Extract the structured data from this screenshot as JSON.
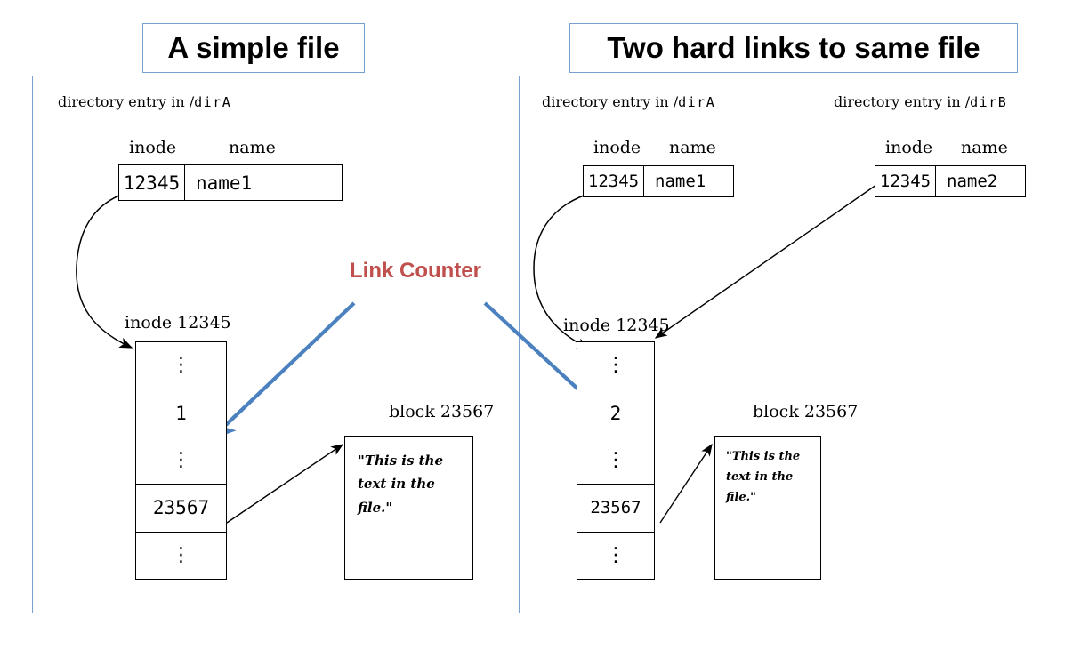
{
  "panels": [
    {
      "title": "A simple file",
      "dir_entries": [
        {
          "label_prefix": "directory entry in /",
          "label_path": "dirA",
          "col_inode": "inode",
          "col_name": "name",
          "inode_value": "12345",
          "name_value": "name1"
        }
      ],
      "inode": {
        "caption": "inode 12345",
        "rows": [
          "⋮",
          "1",
          "⋮",
          "23567",
          "⋮"
        ],
        "link_count": "1",
        "block_pointer": "23567"
      },
      "block": {
        "caption": "block 23567",
        "lines": [
          "\"This is the",
          "text in the",
          "file.\""
        ]
      }
    },
    {
      "title": "Two hard links to same file",
      "dir_entries": [
        {
          "label_prefix": "directory entry in /",
          "label_path": "dirA",
          "col_inode": "inode",
          "col_name": "name",
          "inode_value": "12345",
          "name_value": "name1"
        },
        {
          "label_prefix": "directory entry in /",
          "label_path": "dirB",
          "col_inode": "inode",
          "col_name": "name",
          "inode_value": "12345",
          "name_value": "name2"
        }
      ],
      "inode": {
        "caption": "inode 12345",
        "rows": [
          "⋮",
          "2",
          "⋮",
          "23567",
          "⋮"
        ],
        "link_count": "2",
        "block_pointer": "23567"
      },
      "block": {
        "caption": "block 23567",
        "lines": [
          "\"This is the",
          "text in the",
          "file.\""
        ]
      }
    }
  ],
  "annotation": {
    "link_counter_label": "Link Counter",
    "link_counter_color": "#C0504D",
    "arrow_color": "#4A81BE"
  },
  "colors": {
    "panel_border": "#7AA0D2",
    "diagram_stroke": "#000000",
    "background": "#FFFFFF"
  }
}
